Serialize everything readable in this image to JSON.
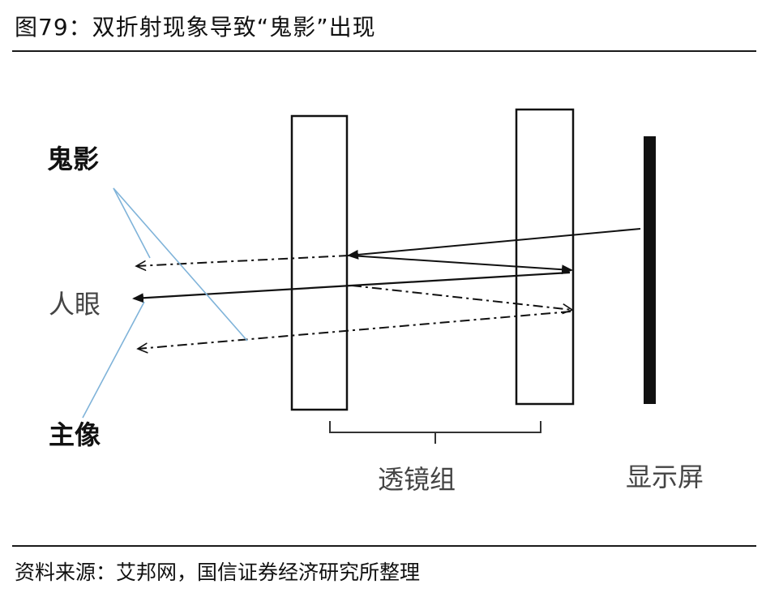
{
  "title": "图79：双折射现象导致“鬼影”出现",
  "labels": {
    "ghost": "鬼影",
    "eye": "人眼",
    "main_image": "主像",
    "lens_group": "透镜组",
    "display": "显示屏"
  },
  "source": "资料来源：艾邦网，国信证券经济研究所整理",
  "colors": {
    "line": "#111111",
    "callout": "#7fb3d9",
    "panel_fill": "#ffffff"
  }
}
